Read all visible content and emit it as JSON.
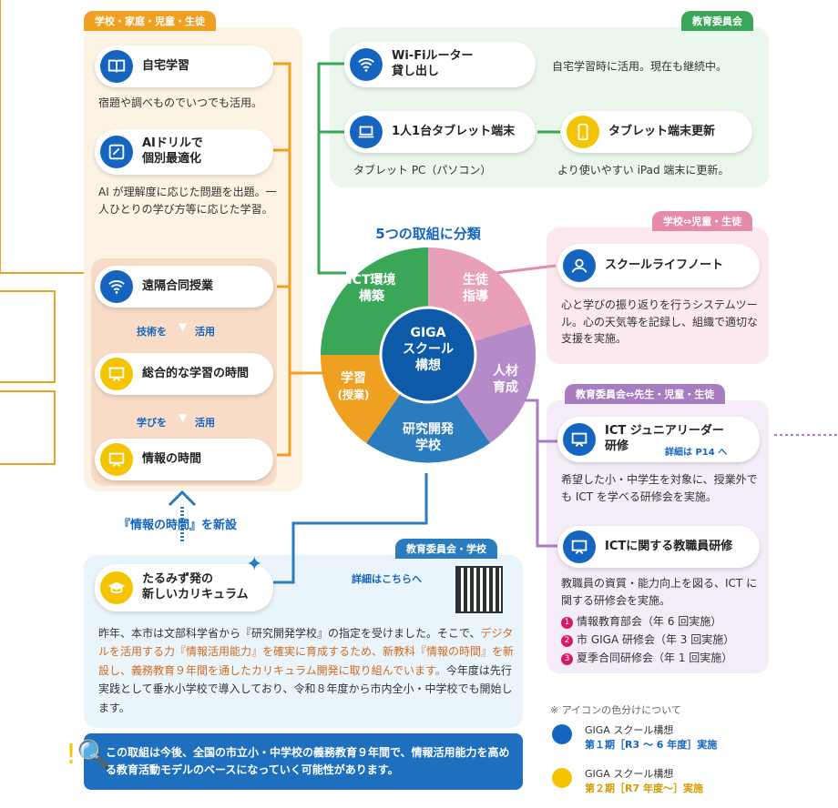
{
  "tags": {
    "home": "学校・家庭・児童・生徒",
    "board": "教育委員会",
    "school_student": "学校⇔児童・生徒",
    "board_teacher": "教育委員会⇔先生・児童・生徒",
    "board_school": "教育委員会・学校"
  },
  "left": {
    "home_study": {
      "label": "自宅学習",
      "desc": "宿題や調べものでいつでも活用。"
    },
    "ai_drill": {
      "label_1": "AIドリルで",
      "label_2": "個別最適化",
      "desc": "AI が理解度に応じた問題を出題。一人ひとりの学び方等に応じた学習。"
    },
    "remote": {
      "label": "遠隔合同授業"
    },
    "link_1": {
      "a": "技術を",
      "b": "活用"
    },
    "integrated": {
      "label": "総合的な学習の時間"
    },
    "link_2": {
      "a": "学びを",
      "b": "活用"
    },
    "info_time": {
      "label": "情報の時間"
    },
    "new_label": "『情報の時間』を新設"
  },
  "top": {
    "wifi": {
      "label_1": "Wi-Fiルーター",
      "label_2": "貸し出し",
      "desc": "自宅学習時に活用。現在も継続中。"
    },
    "tablet": {
      "label": "1人1台タブレット端末",
      "desc": "タブレット PC（パソコン）"
    },
    "tablet_update": {
      "label": "タブレット端末更新",
      "desc": "より使いやすい iPad 端末に更新。"
    }
  },
  "wheel": {
    "title": "5つの取組に分類",
    "center_1": "GIGA",
    "center_2": "スクール",
    "center_3": "構想",
    "seg_ict_1": "ICT環境",
    "seg_ict_2": "構築",
    "seg_guide_1": "生徒",
    "seg_guide_2": "指導",
    "seg_hr_1": "人材",
    "seg_hr_2": "育成",
    "seg_research_1": "研究開発",
    "seg_research_2": "学校",
    "seg_study_1": "学習",
    "seg_study_2": "(授業)"
  },
  "right": {
    "life_note": {
      "label": "スクールライフノート",
      "desc": "心と学びの振り返りを行うシステムツール。心の天気等を記録し、組織で適切な支援を実施。"
    },
    "junior": {
      "label_1": "ICT ジュニアリーダー",
      "label_2": "研修",
      "detail": "詳細は P14 へ",
      "desc": "希望した小・中学生を対象に、授業外でも ICT を学べる研修会を実施。"
    },
    "teacher": {
      "label": "ICTに関する教職員研修",
      "desc": "教職員の資質・能力向上を図る、ICT に関する研修会を実施。",
      "items": [
        "情報教育部会（年 6 回実施）",
        "市 GIGA 研修会（年 3 回実施）",
        "夏季合同研修会（年 1 回実施）"
      ],
      "nums": [
        "1",
        "2",
        "3"
      ]
    }
  },
  "bottom": {
    "curriculum_1": "たるみず発の",
    "curriculum_2": "新しいカリキュラム",
    "detail": "詳細はこちらへ",
    "para_1": "昨年、本市は文部科学省から『研究開発学校』の指定を受けました。そこで、",
    "para_2": "デジタルを活用する力『情報活用能力』を確実に育成するため、新教科『情報の時間』を新設し、義務教育９年間を通したカリキュラム開発に取り組んでいます。",
    "para_3": "今年度は先行実践として垂水小学校で導入しており、令和８年度から市内全小・中学校でも開始します。",
    "note": "この取組は今後、全国の市立小・中学校の義務教育９年間で、情報活用能力を高める教育活動モデルのベースになっていく可能性があります。"
  },
  "legend": {
    "title": "※ アイコンの色分けについて",
    "blue_1": "GIGA スクール構想",
    "blue_2": "第１期［R3 ～ 6 年度］実施",
    "yellow_1": "GIGA スクール構想",
    "yellow_2": "第２期［R7 年度～］実施"
  },
  "colors": {
    "orange": "#f0a020",
    "green": "#3aa657",
    "pink": "#e8a0b8",
    "purple": "#b48ac8",
    "blue": "#2b7bbf",
    "navy": "#1565c0"
  }
}
